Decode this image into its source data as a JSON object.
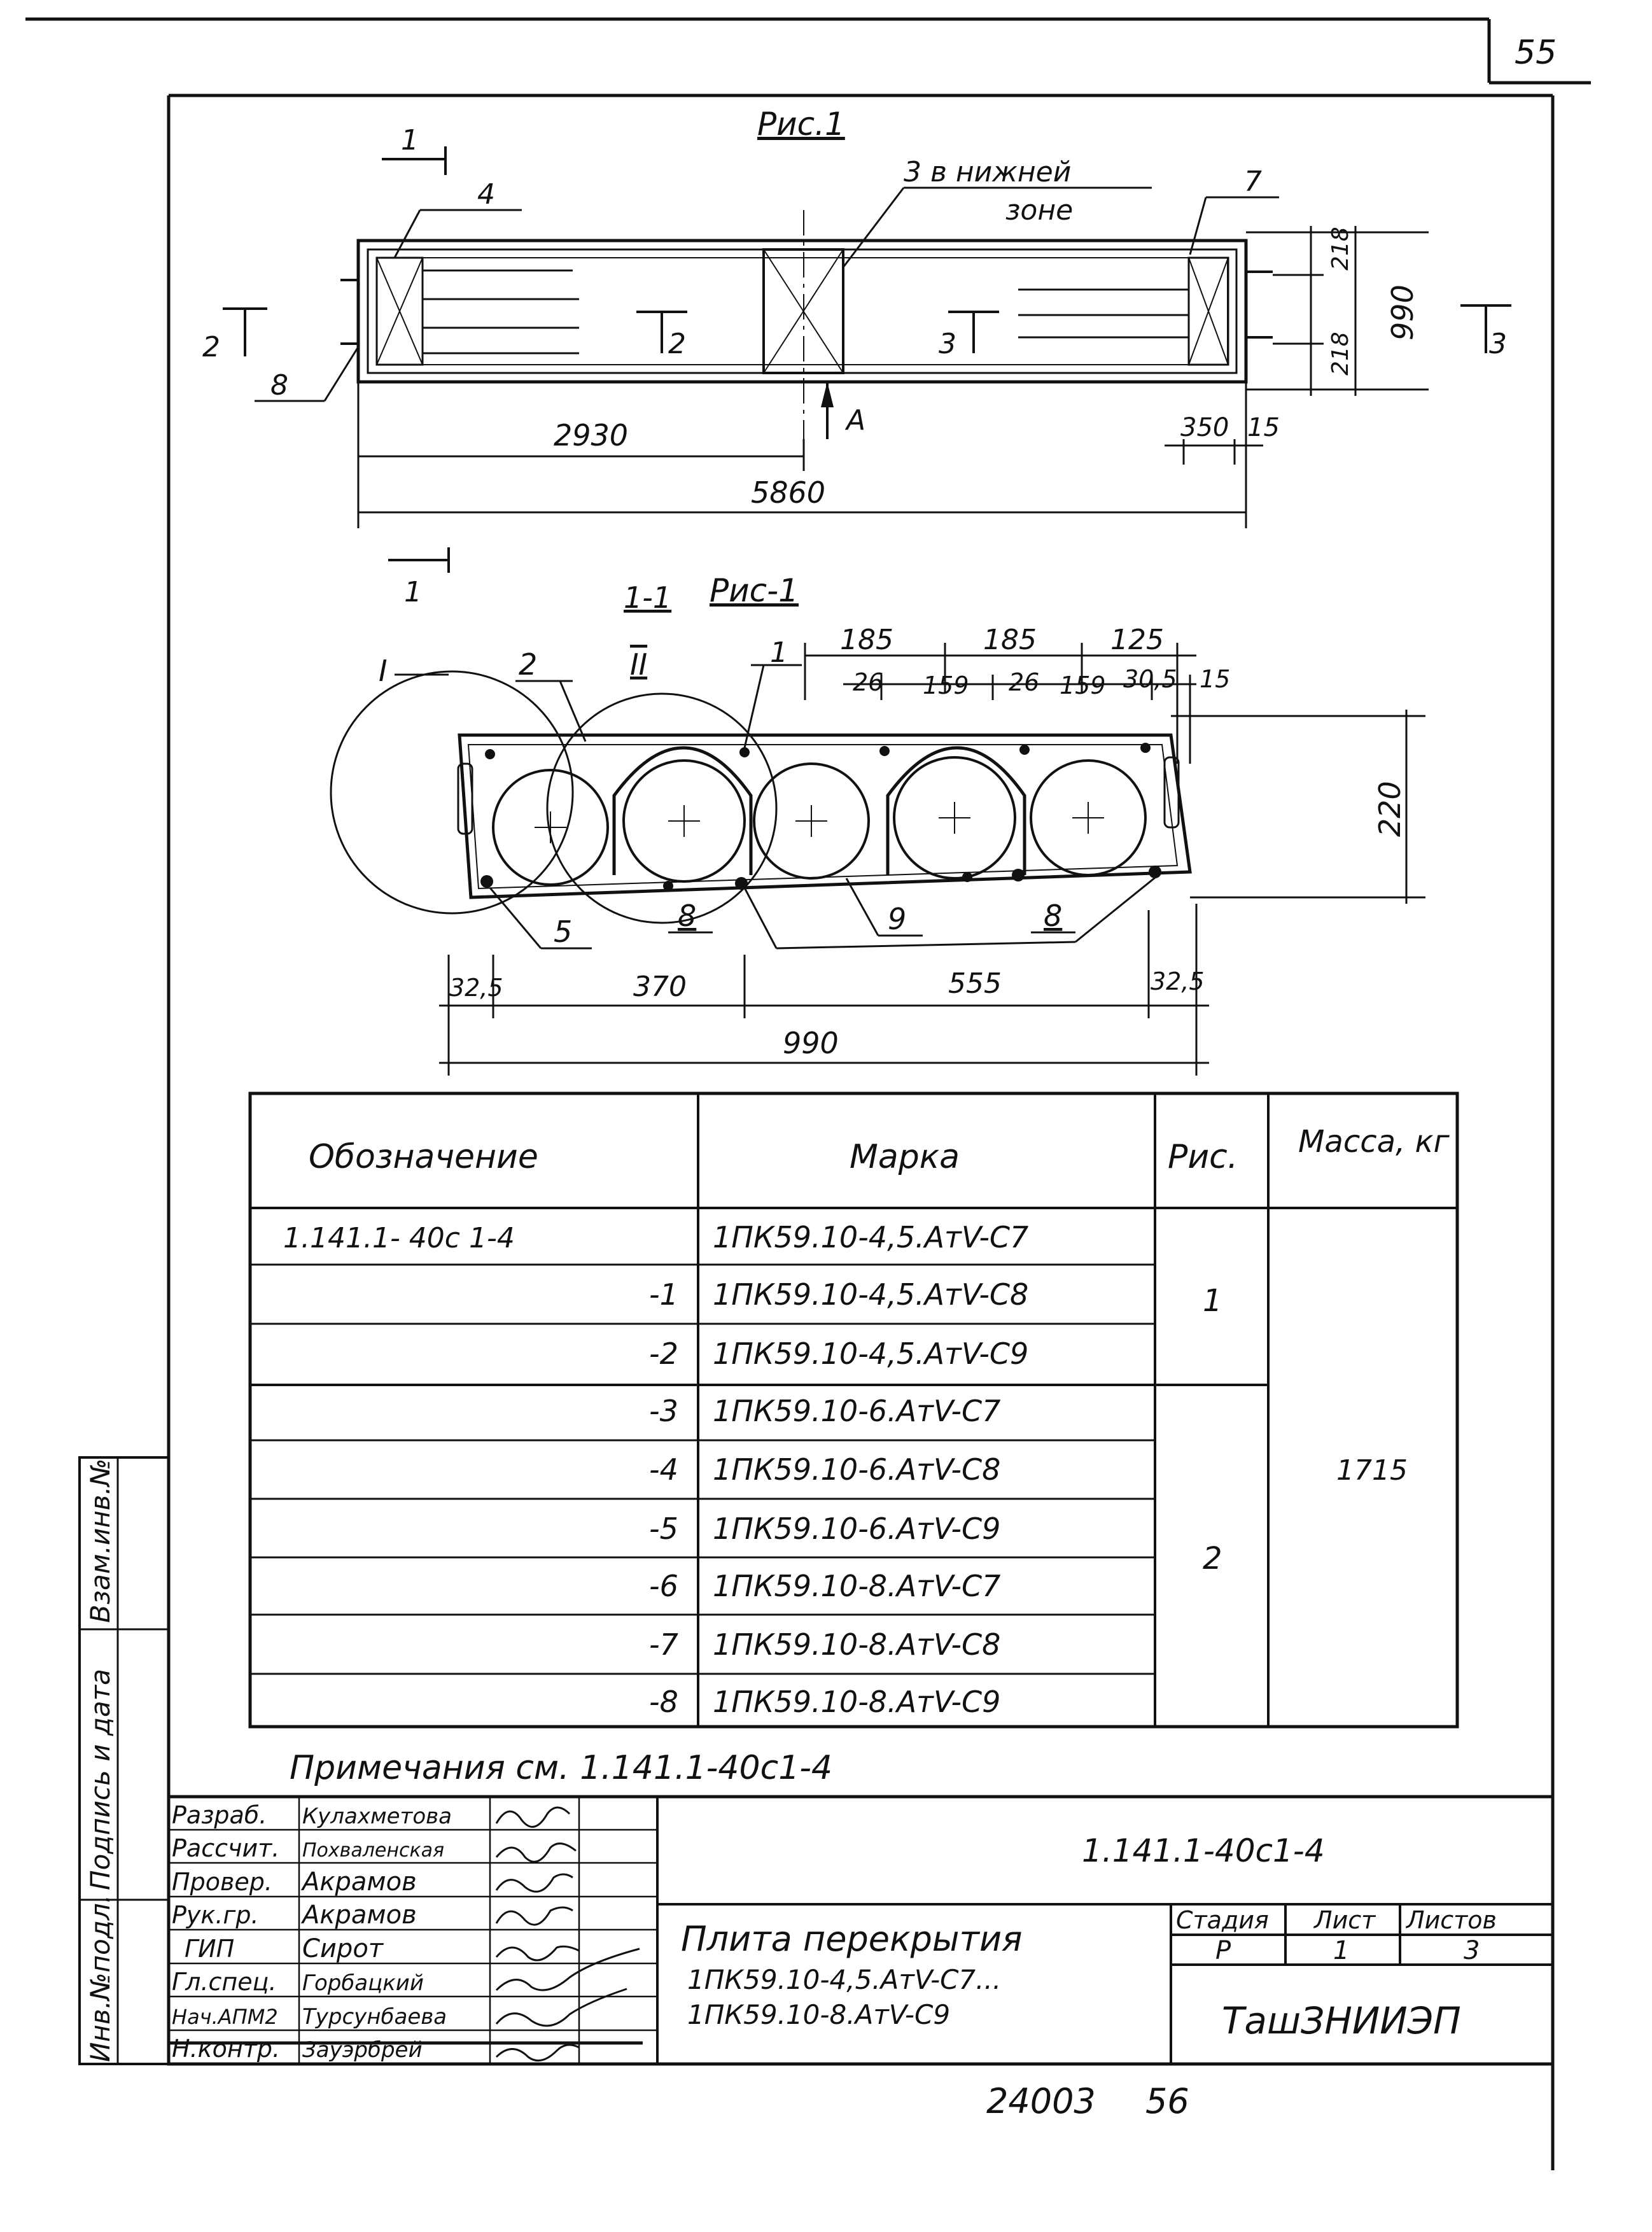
{
  "page_number": "55",
  "plan": {
    "title": "Рис.1",
    "callouts": {
      "c1": "1",
      "c4": "4",
      "c3": "3 в нижней",
      "c3b": "зоне",
      "c7": "7",
      "c8": "8",
      "c2": "2",
      "c2b": "2",
      "c3s": "3",
      "c3r": "3",
      "cA": "А",
      "c1b": "1"
    },
    "dims": {
      "d2930": "2930",
      "d5860": "5860",
      "d350": "350",
      "d15": "15",
      "d218a": "218",
      "d218b": "218",
      "d990": "990"
    }
  },
  "section": {
    "title_num": "1-1",
    "title": "Рис-1",
    "callouts": {
      "cI": "I",
      "c2": "2",
      "cII": "II",
      "c1": "1",
      "c5": "5",
      "c8a": "8",
      "c9": "9",
      "c8b": "8"
    },
    "dims": {
      "t185a": "185",
      "t185b": "185",
      "t125": "125",
      "t26a": "26",
      "t159a": "159",
      "t26b": "26",
      "t159b": "159",
      "t305": "30,5",
      "t15": "15",
      "h220": "220",
      "b325a": "32,5",
      "b370": "370",
      "b555": "555",
      "b325b": "32,5",
      "b990": "990"
    }
  },
  "spec_table": {
    "headers": {
      "designation": "Обозначение",
      "mark": "Марка",
      "fig": "Рис.",
      "mass": "Масса, кг"
    },
    "rows": [
      {
        "designation": "1.141.1- 40с 1-4",
        "mark": "1ПК59.10-4,5.АтV-С7"
      },
      {
        "designation": "-1",
        "mark": "1ПК59.10-4,5.АтV-С8"
      },
      {
        "designation": "-2",
        "mark": "1ПК59.10-4,5.АтV-С9"
      },
      {
        "designation": "-3",
        "mark": "1ПК59.10-6.АтV-С7"
      },
      {
        "designation": "-4",
        "mark": "1ПК59.10-6.АтV-С8"
      },
      {
        "designation": "-5",
        "mark": "1ПК59.10-6.АтV-С9"
      },
      {
        "designation": "-6",
        "mark": "1ПК59.10-8.АтV-С7"
      },
      {
        "designation": "-7",
        "mark": "1ПК59.10-8.АтV-С8"
      },
      {
        "designation": "-8",
        "mark": "1ПК59.10-8.АтV-С9"
      }
    ],
    "fig_groups": [
      "1",
      "2"
    ],
    "mass": "1715"
  },
  "notes": "Примечания см. 1.141.1-40с1-4",
  "title_block": {
    "roles": [
      "Разраб.",
      "Рассчит.",
      "Провер.",
      "Рук.гр.",
      "ГИП",
      "Гл.спец.",
      "Нач.АПМ2",
      "Н.контр."
    ],
    "names": [
      "Кулахметова",
      "Похваленская",
      "Акрамов",
      "Акрамов",
      "Сирот",
      "Горбацкий",
      "Турсунбаева",
      "Зауэрбрей"
    ],
    "doc_code": "1.141.1-40с1-4",
    "doc_title": "Плита перекрытия",
    "doc_sub1": "1ПК59.10-4,5.АтV-С7...",
    "doc_sub2": "1ПК59.10-8.АтV-С9",
    "stage_label": "Стадия",
    "sheet_label": "Лист",
    "sheets_label": "Листов",
    "stage": "Р",
    "sheet": "1",
    "sheets": "3",
    "org": "ТашЗНИИЭП"
  },
  "side_stamp": {
    "s1": "Инв.№подл.",
    "s2": "Подпись и дата",
    "s3": "Взам.инв.№"
  },
  "bottom_numbers": {
    "n1": "24003",
    "n2": "56"
  }
}
